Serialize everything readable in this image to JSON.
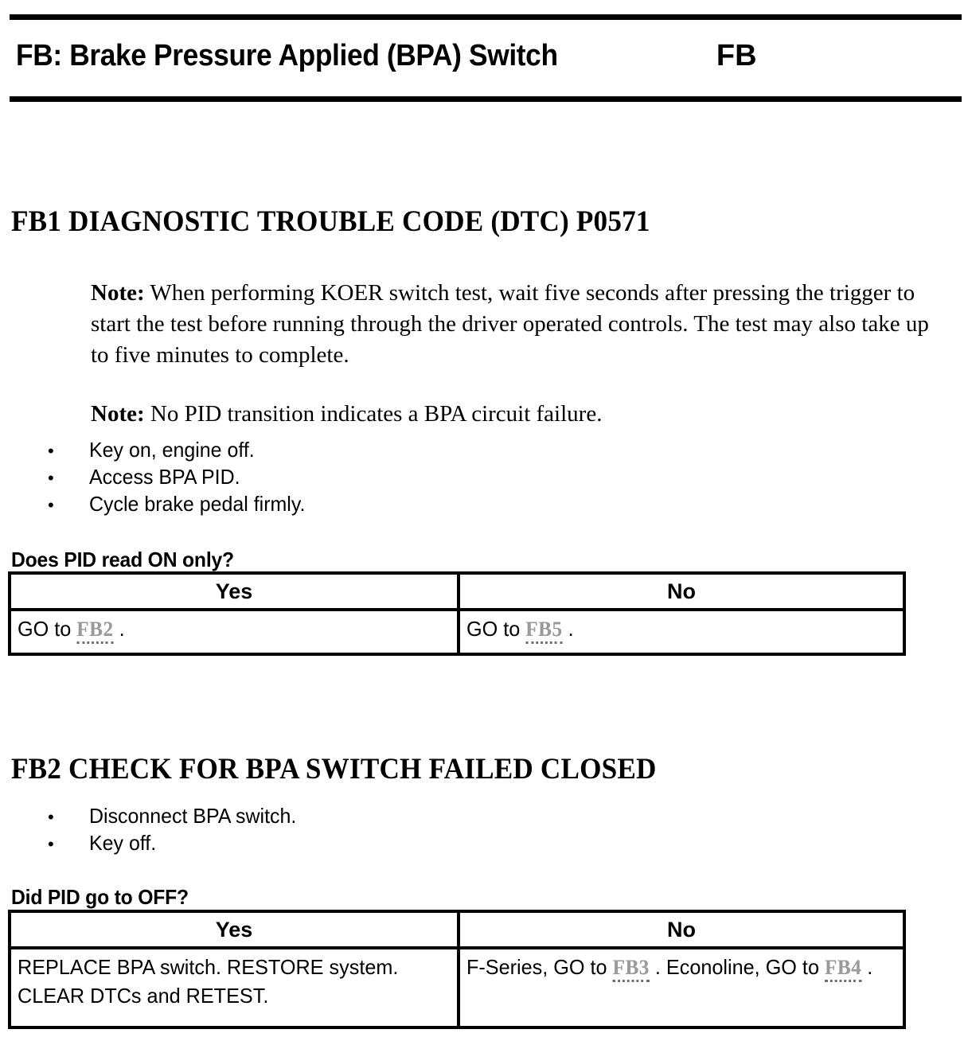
{
  "header": {
    "title": "FB: Brake Pressure Applied (BPA) Switch",
    "code": "FB"
  },
  "sections": [
    {
      "heading": "FB1 DIAGNOSTIC TROUBLE CODE (DTC) P0571",
      "notes": [
        {
          "label": "Note:",
          "text": " When performing KOER switch test, wait five seconds after pressing the trigger to start the test before running through the driver operated controls. The test may also take up to five minutes to complete."
        },
        {
          "label": "Note:",
          "text": " No PID transition indicates a BPA circuit failure."
        }
      ],
      "bullets": [
        "Key on, engine off.",
        "Access BPA PID.",
        "Cycle brake pedal firmly."
      ],
      "question": "Does PID read ON only?",
      "table": {
        "headers": [
          "Yes",
          "No"
        ],
        "yes_cell": {
          "prefix": "GO to ",
          "link": "FB2",
          "suffix": " ."
        },
        "no_cell": {
          "prefix": "GO to ",
          "link": "FB5",
          "suffix": " ."
        }
      }
    },
    {
      "heading": "FB2 CHECK FOR BPA SWITCH FAILED CLOSED",
      "notes": [],
      "bullets": [
        "Disconnect BPA switch.",
        "Key off."
      ],
      "question": "Did PID go to OFF?",
      "table": {
        "headers": [
          "Yes",
          "No"
        ],
        "yes_cell": {
          "text": "REPLACE BPA switch. RESTORE system. CLEAR DTCs and RETEST."
        },
        "no_cell": {
          "prefix": "F-Series, GO to ",
          "link": "FB3",
          "middle": " . Econoline, GO to ",
          "link2": "FB4",
          "suffix": " ."
        }
      }
    }
  ]
}
